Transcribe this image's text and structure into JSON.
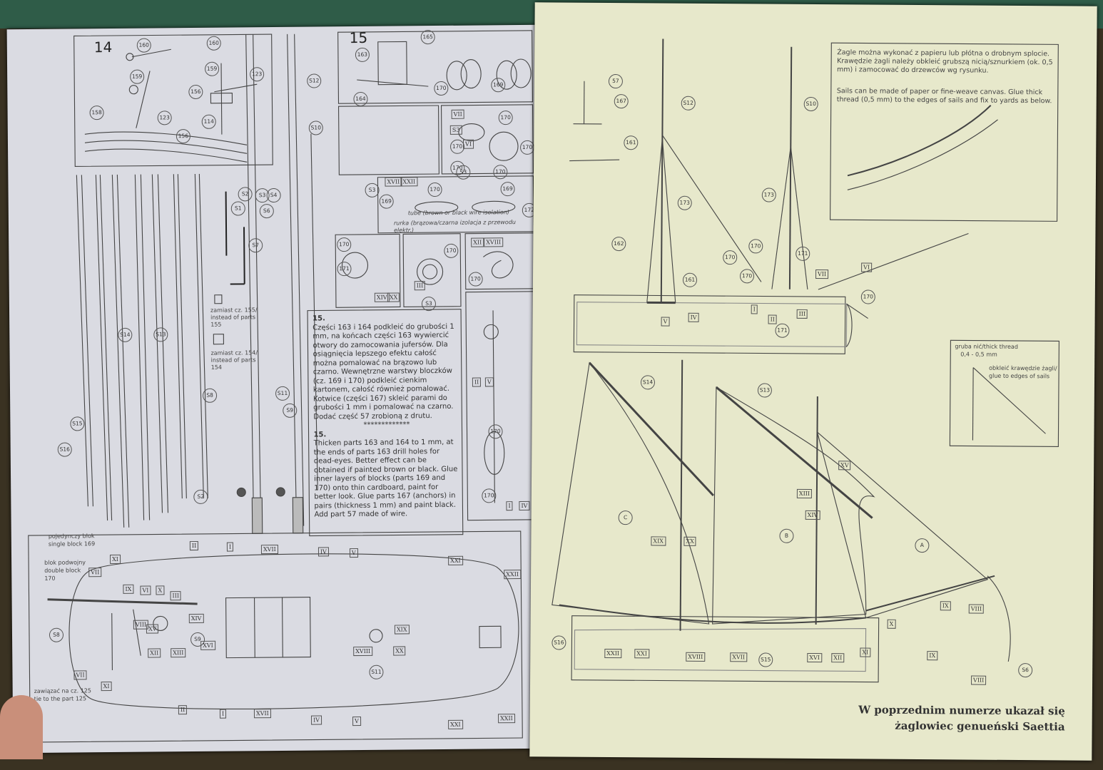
{
  "left": {
    "step14": {
      "number": "14"
    },
    "step15": {
      "number": "15"
    },
    "callouts": [
      "160",
      "160",
      "159",
      "159",
      "123",
      "156",
      "123",
      "158",
      "156",
      "114",
      "165",
      "163",
      "164",
      "170",
      "169",
      "170",
      "170",
      "170",
      "170",
      "170",
      "170",
      "169",
      "169",
      "172",
      "170",
      "171",
      "170",
      "170",
      "170",
      "170",
      "S12",
      "S10",
      "S2",
      "S3",
      "S4",
      "S1",
      "S6",
      "S7",
      "S14",
      "S13",
      "S15",
      "S16",
      "S8",
      "S11",
      "S9",
      "S2",
      "S3",
      "S3",
      "S3",
      "S8",
      "S9",
      "S11"
    ],
    "roman_labels": [
      "VII",
      "VI",
      "S3",
      "XVII",
      "XXII",
      "XIV",
      "XX",
      "III",
      "XII",
      "XVIII",
      "II",
      "V",
      "I",
      "IV",
      "II",
      "I",
      "XVII",
      "IV",
      "V",
      "XI",
      "VII",
      "IX",
      "VI",
      "X",
      "III",
      "XXI",
      "XXII",
      "XIV",
      "VIII",
      "XV",
      "XII",
      "XIII",
      "XVI",
      "XIX",
      "XVIII",
      "XX",
      "VII",
      "XI",
      "II",
      "I",
      "XVII",
      "IV",
      "V",
      "XXI",
      "XXII"
    ],
    "tube_note_en": "tube (brown or black wire isolation)",
    "tube_note_pl": "rurka (brązowa/czarna izolacja z przewodu elektr.)",
    "instead155_pl": "zamiast cz. 155/",
    "instead155_en": "instead of parts 155",
    "instead154_pl": "zamiast cz. 154/",
    "instead154_en": "instead of parts 154",
    "text_pl_head": "15.",
    "text_pl": "Części 163 i 164 podkleić do grubości 1 mm, na końcach części 163 wywiercić otwory do zamocowania jufersów. Dla osiągnięcia lepszego efektu całość można pomalować na brązowo lub czarno. Wewnętrzne warstwy bloczków (cz. 169 i 170) podkleić cienkim kartonem, całość również pomalować. Kotwice (części 167) skleić parami do grubości 1 mm i pomalować na czarno. Dodać część 57 zrobioną z drutu.",
    "separator": "*************",
    "text_en_head": "15.",
    "text_en": "Thicken parts 163 and 164 to 1 mm, at the ends of parts 163 drill holes for dead-eyes. Better effect can be obtained if painted brown or black. Glue inner layers of blocks (parts 169 and 170) onto thin cardboard, paint for better look. Glue parts 167 (anchors) in pairs (thickness 1 mm) and paint black. Add part 57 made of wire.",
    "single_block_pl": "pojedynczy blok",
    "single_block_en": "single block 169",
    "double_block_pl": "blok podwojny",
    "double_block_en": "double block",
    "double_block_num": "170",
    "tie_pl": "zawiązać na cz. 125",
    "tie_en": "tie to the part 125"
  },
  "right": {
    "sails_note_pl": "Żagle można wykonać z papieru lub płótna o drobnym splocie. Krawędzie żagli należy obkleić grubszą nicią/sznurkiem (ok. 0,5 mm) i zamocować do drzewców wg rysunku.",
    "sails_note_en": "Sails can be made of paper or fine-weave canvas. Glue thick thread (0,5 mm) to the edges of sails and fix to yards as below.",
    "thread_pl": "gruba nić/thick thread",
    "thread_size": "0,4 - 0,5 mm",
    "edges_pl": "obkleić krawędzie żagli/",
    "edges_en": "glue to edges of sails",
    "callouts_top": [
      "57",
      "167",
      "161",
      "S12",
      "S10",
      "173",
      "173",
      "162",
      "170",
      "170",
      "171",
      "161",
      "170",
      "170",
      "171"
    ],
    "roman_top": [
      "VI",
      "VII",
      "I",
      "II",
      "III",
      "V",
      "IV"
    ],
    "callouts_bottom": [
      "S14",
      "S13",
      "S16",
      "S15",
      "S6",
      "C",
      "B",
      "A"
    ],
    "roman_bottom": [
      "XV",
      "XIII",
      "XIV",
      "XIX",
      "XX",
      "IX",
      "VIII",
      "X",
      "XXII",
      "XXI",
      "XVIII",
      "XVII",
      "XVI",
      "XII",
      "XI",
      "IX",
      "VIII"
    ],
    "caption_line1": "W poprzednim numerze ukazał się",
    "caption_line2": "żaglowiec genueński Saettia"
  },
  "colors": {
    "left_page": "#dadbe2",
    "right_page": "#e7e8cb",
    "ink": "#333333",
    "cutting_mat": "#2f5c48"
  }
}
